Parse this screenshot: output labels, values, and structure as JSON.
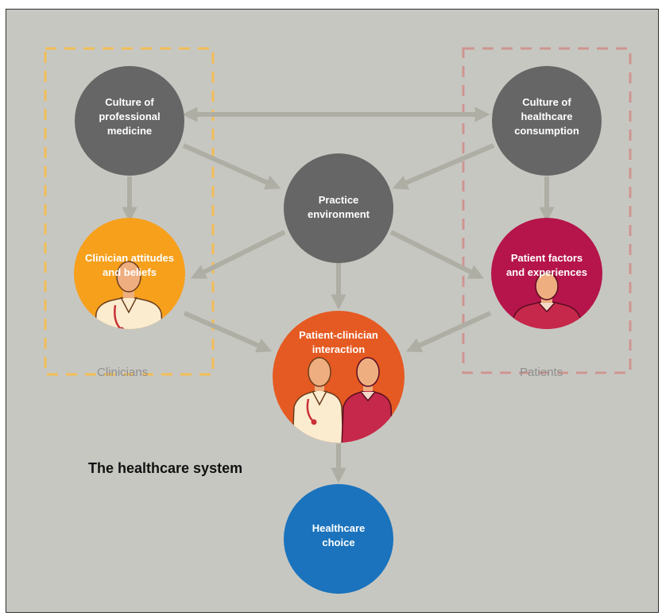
{
  "nodes": {
    "culture_professional": "Culture of\nprofessional\nmedicine",
    "culture_consumption": "Culture of\nhealthcare\nconsumption",
    "practice_environment": "Practice\nenvironment",
    "clinician_attitudes": "Clinician attitudes\nand beliefs",
    "patient_factors": "Patient factors\nand experiences",
    "interaction": "Patient-clinician\ninteraction",
    "choice": "Healthcare\nchoice"
  },
  "groups": {
    "clinicians": "Clinicians",
    "patients": "Patients"
  },
  "system_title": "The healthcare system",
  "colors": {
    "background": "#c7c7c2",
    "gray_node": "#666666",
    "orange_node": "#f6a01c",
    "crimson_node": "#b5154a",
    "interaction_node": "#e55a22",
    "blue_node": "#1a73bc",
    "arrow": "#aeaea4",
    "clinicians_box": "#f2bd55",
    "patients_box": "#cf9590"
  }
}
